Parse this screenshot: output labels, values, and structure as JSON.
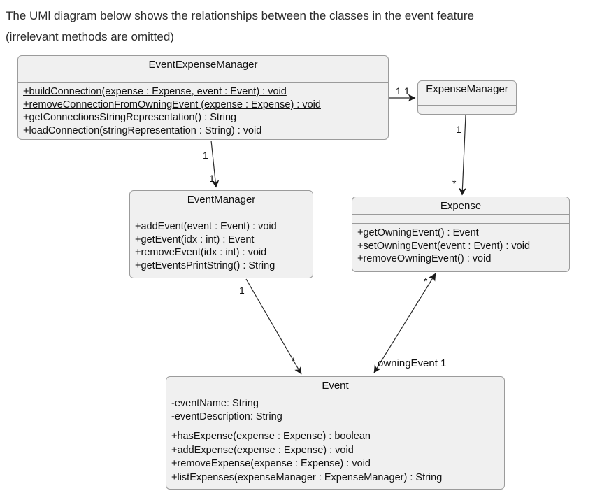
{
  "header": {
    "line1": "The UMl diagram below shows the relationships between the classes in the event feature",
    "line2": "(irrelevant methods are omitted)"
  },
  "colors": {
    "box_fill": "#f0f0f0",
    "box_border": "#9b9b9b",
    "line": "#2a2a2a",
    "text": "#111111",
    "canvas": "#ffffff"
  },
  "classes": [
    {
      "name": "EventExpenseManager",
      "attributes": [],
      "methods": [
        {
          "text": "+buildConnection(expense : Expense, event : Event) : void",
          "static": true
        },
        {
          "text": "+removeConnectionFromOwningEvent (expense : Expense) : void",
          "static": true
        },
        {
          "text": "+getConnectionsStringRepresentation() : String",
          "static": false
        },
        {
          "text": "+loadConnection(stringRepresentation : String) : void",
          "static": false
        }
      ]
    },
    {
      "name": "ExpenseManager",
      "attributes": [],
      "methods": []
    },
    {
      "name": "EventManager",
      "attributes": [],
      "methods": [
        {
          "text": "+addEvent(event : Event) : void",
          "static": false
        },
        {
          "text": "+getEvent(idx : int) : Event",
          "static": false
        },
        {
          "text": "+removeEvent(idx : int) : void",
          "static": false
        },
        {
          "text": "+getEventsPrintString() : String",
          "static": false
        }
      ]
    },
    {
      "name": "Expense",
      "attributes": [],
      "methods": [
        {
          "text": "+getOwningEvent() : Event",
          "static": false
        },
        {
          "text": "+setOwningEvent(event : Event) : void",
          "static": false
        },
        {
          "text": "+removeOwningEvent() : void",
          "static": false
        }
      ]
    },
    {
      "name": "Event",
      "attributes": [
        "-eventName: String",
        "-eventDescription: String"
      ],
      "methods": [
        {
          "text": "+hasExpense(expense : Expense) : boolean",
          "static": false
        },
        {
          "text": "+addExpense(expense : Expense) : void",
          "static": false
        },
        {
          "text": "+removeExpense(expense : Expense) : void",
          "static": false
        },
        {
          "text": "+listExpenses(expenseManager : ExpenseManager) : String",
          "static": false
        }
      ]
    }
  ],
  "relationships": [
    {
      "source": "EventExpenseManager",
      "target": "ExpenseManager",
      "type": "directed",
      "labels": [
        "1",
        "1"
      ]
    },
    {
      "source": "EventExpenseManager",
      "target": "EventManager",
      "type": "directed",
      "labels": [
        "1",
        "1"
      ]
    },
    {
      "source": "ExpenseManager",
      "target": "Expense",
      "type": "directed",
      "labels": [
        "1",
        "*"
      ]
    },
    {
      "source": "EventManager",
      "target": "Event",
      "type": "directed",
      "labels": [
        "1",
        "*"
      ]
    },
    {
      "source": "Event",
      "target": "Expense",
      "type": "bidirectional",
      "labels": [
        "*",
        "owningEvent 1"
      ]
    }
  ]
}
